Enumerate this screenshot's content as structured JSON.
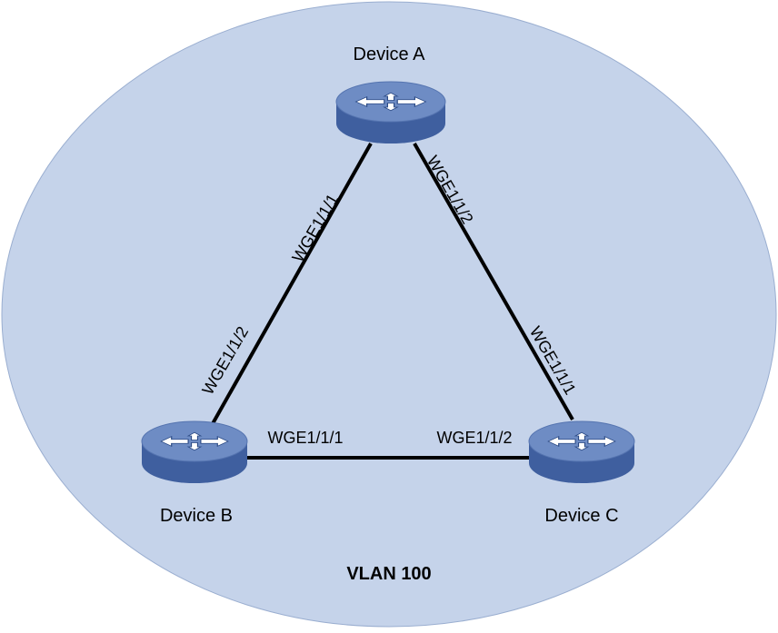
{
  "diagram": {
    "vlan_label": "VLAN 100",
    "colors": {
      "region_fill": "#c5d3ea",
      "device_top": "#6e8cc4",
      "device_side": "#3f5f9f",
      "link": "#000000"
    },
    "devices": [
      {
        "id": "a",
        "label": "Device A",
        "icon": "router-icon"
      },
      {
        "id": "b",
        "label": "Device B",
        "icon": "router-icon"
      },
      {
        "id": "c",
        "label": "Device C",
        "icon": "router-icon"
      }
    ],
    "links": [
      {
        "from": "a",
        "to": "b",
        "from_port": "WGE1/1/1",
        "to_port": "WGE1/1/2"
      },
      {
        "from": "a",
        "to": "c",
        "from_port": "WGE1/1/2",
        "to_port": "WGE1/1/1"
      },
      {
        "from": "b",
        "to": "c",
        "from_port": "WGE1/1/1",
        "to_port": "WGE1/1/2"
      }
    ]
  }
}
